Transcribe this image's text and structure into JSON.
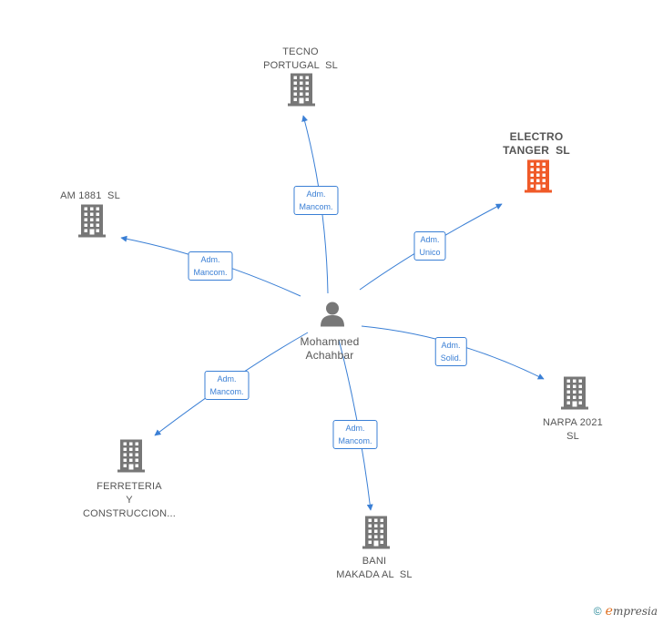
{
  "center": {
    "label": "Mohammed\nAchahbar"
  },
  "nodes": [
    {
      "id": "tecno",
      "label": "TECNO\nPORTUGAL  SL",
      "highlight": false
    },
    {
      "id": "electro",
      "label": "ELECTRO\nTANGER  SL",
      "highlight": true
    },
    {
      "id": "am1881",
      "label": "AM 1881  SL",
      "highlight": false
    },
    {
      "id": "narpa",
      "label": "NARPA 2021\nSL",
      "highlight": false
    },
    {
      "id": "ferreteria",
      "label": "FERRETERIA\nY\nCONSTRUCCION...",
      "highlight": false
    },
    {
      "id": "bani",
      "label": "BANI\nMAKADA AL  SL",
      "highlight": false
    }
  ],
  "edges": [
    {
      "to": "tecno",
      "label": "Adm.\nMancom."
    },
    {
      "to": "electro",
      "label": "Adm.\nUnico"
    },
    {
      "to": "am1881",
      "label": "Adm.\nMancom."
    },
    {
      "to": "narpa",
      "label": "Adm.\nSolid."
    },
    {
      "to": "ferreteria",
      "label": "Adm.\nMancom."
    },
    {
      "to": "bani",
      "label": "Adm.\nMancom."
    }
  ],
  "colors": {
    "edge": "#3a7fd5",
    "icon": "#777777",
    "highlight": "#f05a28"
  },
  "credit": {
    "symbol": "©",
    "brand_initial": "e",
    "brand_rest": "mpresia"
  }
}
